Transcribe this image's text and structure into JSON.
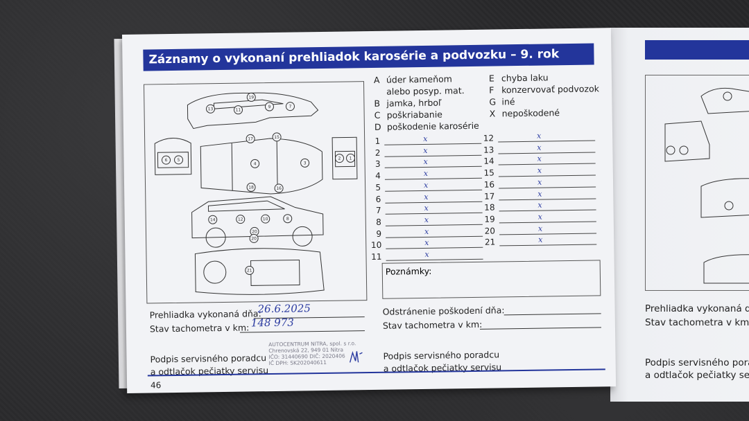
{
  "page": {
    "title": "Záznamy o vykonaní prehliadok karosérie a podvozku – 9. rok",
    "number": "46"
  },
  "legend": [
    {
      "code": "A",
      "text": "úder kameňom",
      "text2": "alebo posyp. mat."
    },
    {
      "code": "B",
      "text": "jamka, hrboľ"
    },
    {
      "code": "C",
      "text": "poškriabanie"
    },
    {
      "code": "D",
      "text": "poškodenie karosérie"
    },
    {
      "code": "E",
      "text": "chyba laku"
    },
    {
      "code": "F",
      "text": "konzervovať podvozok"
    },
    {
      "code": "G",
      "text": "iné"
    },
    {
      "code": "X",
      "text": "nepoškodené"
    }
  ],
  "rows_left": [
    {
      "n": "1",
      "mark": "x"
    },
    {
      "n": "2",
      "mark": "x"
    },
    {
      "n": "3",
      "mark": "x"
    },
    {
      "n": "4",
      "mark": "x"
    },
    {
      "n": "5",
      "mark": "x"
    },
    {
      "n": "6",
      "mark": "x"
    },
    {
      "n": "7",
      "mark": "x"
    },
    {
      "n": "8",
      "mark": "x"
    },
    {
      "n": "9",
      "mark": "x"
    },
    {
      "n": "10",
      "mark": "x"
    },
    {
      "n": "11",
      "mark": "x"
    }
  ],
  "rows_right": [
    {
      "n": "12",
      "mark": "x"
    },
    {
      "n": "13",
      "mark": "x"
    },
    {
      "n": "14",
      "mark": "x"
    },
    {
      "n": "15",
      "mark": "x"
    },
    {
      "n": "16",
      "mark": "x"
    },
    {
      "n": "17",
      "mark": "x"
    },
    {
      "n": "18",
      "mark": "x"
    },
    {
      "n": "19",
      "mark": "x"
    },
    {
      "n": "20",
      "mark": "x"
    },
    {
      "n": "21",
      "mark": "x"
    }
  ],
  "form": {
    "notes_label": "Poznámky:",
    "inspection_date_label": "Prehliadka vykonaná dňa:",
    "inspection_date_value": "26.6.2025",
    "odometer_label": "Stav tachometra v km:",
    "odometer_value": "148 973",
    "repair_date_label": "Odstránenie poškodení dňa:",
    "repair_odometer_label": "Stav tachometra v km:",
    "signature_line1": "Podpis servisného poradcu",
    "signature_line2": "a odtlačok pečiatky servisu"
  },
  "stamp": {
    "line1": "AUTOCENTRUM NITRA, spol. s r.o.",
    "line2": "Chrenovská 22, 949 01 Nitra",
    "line3": "IČO: 31440690   DIČ: 2020406",
    "line4": "IČ DPH: SK202040611"
  },
  "right_page": {
    "inspection_date_label": "Prehliadka vykonaná dňa:",
    "odometer_label": "Stav tachometra v km:",
    "signature_line1": "Podpis servisného poradcu",
    "signature_line2": "a odtlačok pečiatky servisu"
  },
  "colors": {
    "banner": "#23359b",
    "ink": "#2a3aa0",
    "paper": "#f2f3f6"
  }
}
